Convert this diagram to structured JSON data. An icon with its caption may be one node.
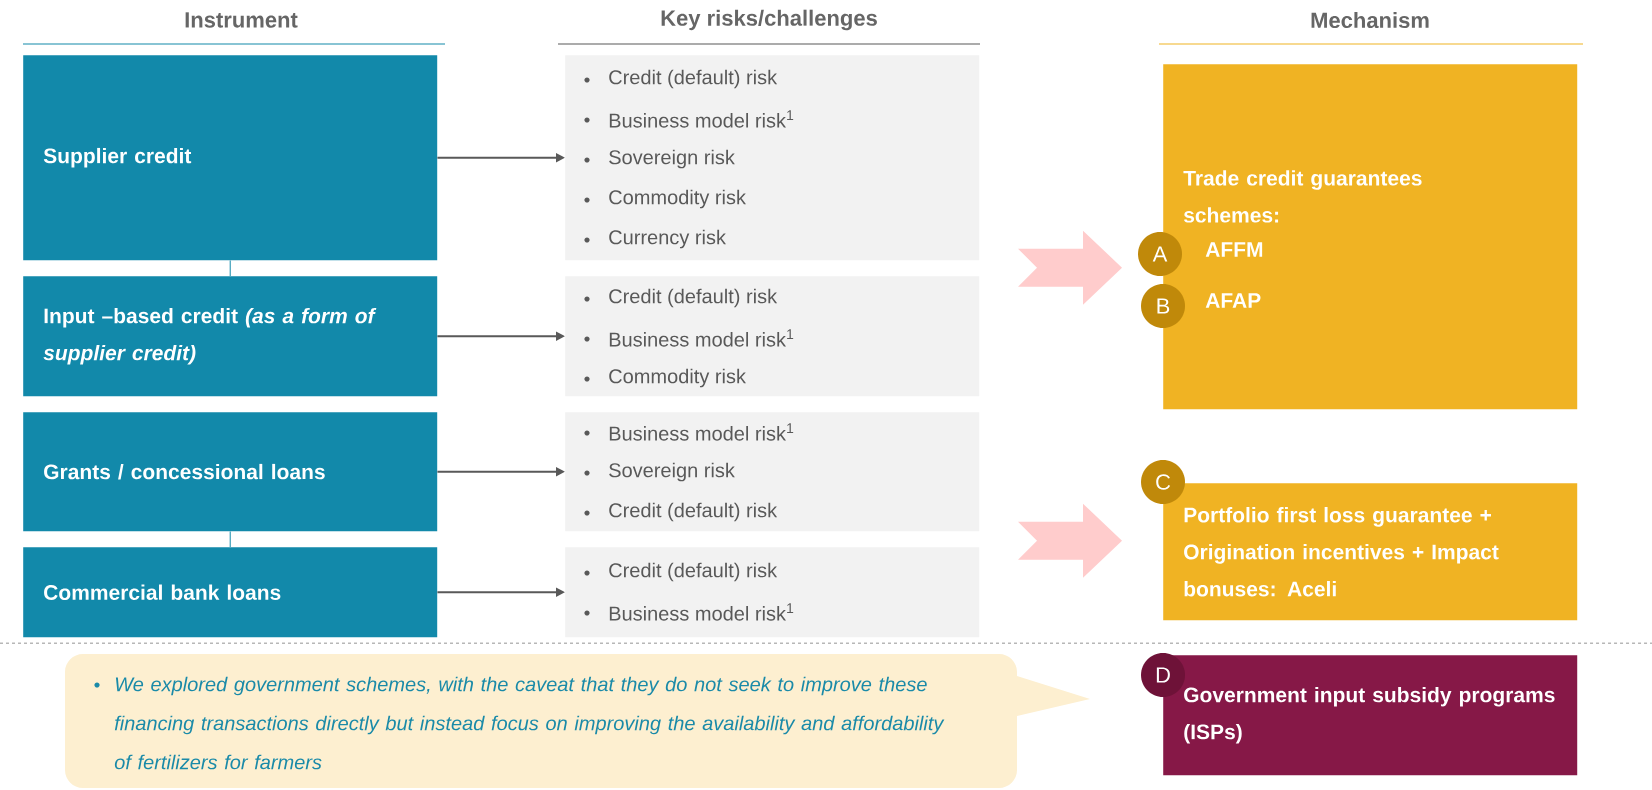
{
  "diagram": {
    "nodes": [
      {
        "text": [
          "Supplier credit"
        ]
      },
      {
        "text": [
          "Input –based credit *(as a form of supplier credit)*"
        ]
      },
      {
        "text": [
          "Grants / concessional loans"
        ]
      },
      {
        "text": [
          "Commercial bank loans"
        ]
      },
      {
        "text": [
          "Credit (default) risk",
          "Business model risk$^{1}$",
          "Sovereign risk",
          "Commodity risk",
          "Currency risk"
        ]
      },
      {
        "text": [
          "Credit (default) risk",
          "Business model risk$^{1}$",
          "Commodity risk"
        ]
      },
      {
        "text": [
          "Business model risk$^{1}$",
          "Sovereign risk",
          "Credit (default) risk"
        ]
      },
      {
        "text": [
          "Credit (default) risk",
          "Business model risk$^{1}$"
        ]
      },
      {
        "text": [
          "Trade credit guarantees schemes:",
          "AFFM",
          "AFAP"
        ]
      },
      {
        "text": [
          "A"
        ]
      },
      {
        "text": [
          "B"
        ]
      },
      {
        "text": [
          "Portfolio first loss guarantee + Origination incentives + Impact bonuses: Aceli"
        ]
      },
      {
        "text": [
          "C"
        ]
      },
      {
        "text": [
          "Government input subsidy programs (ISPs)"
        ]
      },
      {
        "text": [
          "D"
        ]
      },
      {
        "text": [
          "We explored government schemes, with the caveat that they do not seek to improve these financing transactions directly but instead focus on improving the availability and affordability of fertilizers for farmers"
        ]
      }
    ],
    "edges": [
      {
        "from": 0,
        "to": 4,
        "arrow": "to"
      },
      {
        "from": 1,
        "to": 5,
        "arrow": "to"
      },
      {
        "from": 2,
        "to": 6,
        "arrow": "to"
      },
      {
        "from": 3,
        "to": 7,
        "arrow": "to"
      },
      {
        "from": 0,
        "to": 1,
        "arrow": "none",
        "color": "#1289aa"
      },
      {
        "from": 2,
        "to": 3,
        "arrow": "none",
        "color": "#1289aa"
      },
      {
        "from": null,
        "to": 8,
        "arrow": "to",
        "style": "thick",
        "color": "#ffcccc"
      },
      {
        "from": null,
        "to": 11,
        "arrow": "to",
        "style": "thick",
        "color": "#ffcccc"
      }
    ],
    "labels": [
      "Instrument",
      "Key risks/challenges",
      "Mechanism"
    ]
  }
}
